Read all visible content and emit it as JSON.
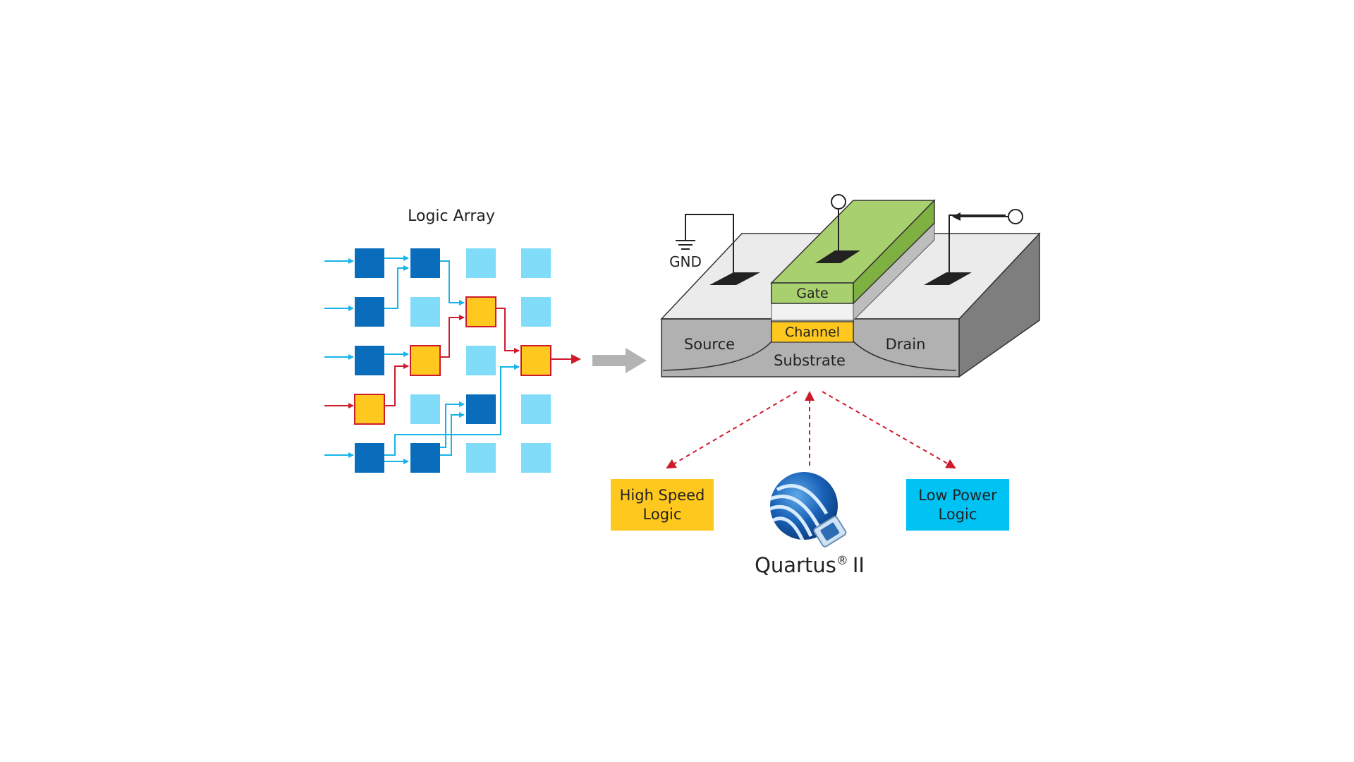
{
  "logic_array": {
    "title": "Logic Array"
  },
  "transistor": {
    "gnd_label": "GND",
    "gate_label": "Gate",
    "channel_label": "Channel",
    "source_label": "Source",
    "drain_label": "Drain",
    "substrate_label": "Substrate"
  },
  "outputs": {
    "high_speed_line1": "High Speed",
    "high_speed_line2": "Logic",
    "low_power_line1": "Low Power",
    "low_power_line2": "Logic"
  },
  "software": {
    "name": "Quartus",
    "registered_mark": "®",
    "version": "II"
  },
  "colors": {
    "dark_block": "#0A6DBB",
    "light_block": "#80DCF9",
    "selected_block": "#FFC81E",
    "selected_border": "#CE1B2C",
    "wire_cyan": "#16B4E8",
    "wire_red": "#CE1B2C",
    "gate_green": "#A9D06F",
    "channel_yellow": "#FFC81E",
    "high_speed_box": "#FFC81E",
    "low_power_box": "#00C2F3"
  }
}
